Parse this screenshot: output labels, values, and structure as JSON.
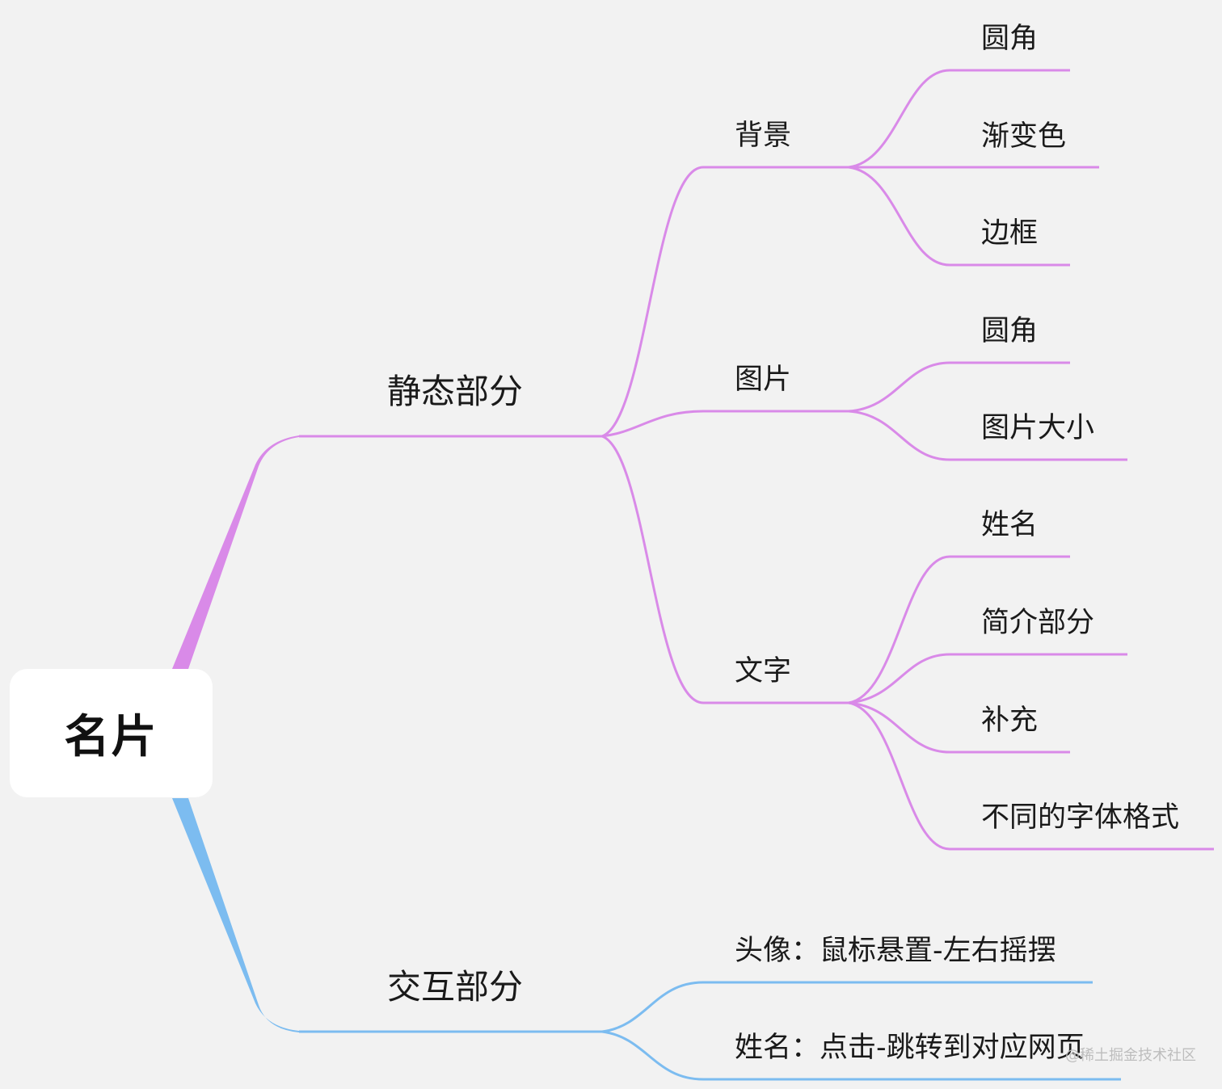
{
  "root": {
    "label": "名片"
  },
  "branches": [
    {
      "id": "static",
      "label": "静态部分",
      "color": "#d98ae8",
      "children": [
        {
          "id": "bg",
          "label": "背景",
          "children": [
            "圆角",
            "渐变色",
            "边框"
          ]
        },
        {
          "id": "img",
          "label": "图片",
          "children": [
            "圆角",
            "图片大小"
          ]
        },
        {
          "id": "text",
          "label": "文字",
          "children": [
            "姓名",
            "简介部分",
            "补充",
            "不同的字体格式"
          ]
        }
      ]
    },
    {
      "id": "interactive",
      "label": "交互部分",
      "color": "#7cbcf0",
      "children": [
        {
          "id": "avatar",
          "label": "头像：鼠标悬置-左右摇摆",
          "children": []
        },
        {
          "id": "name",
          "label": "姓名：点击-跳转到对应网页",
          "children": []
        }
      ]
    }
  ],
  "watermark": "@稀土掘金技术社区"
}
